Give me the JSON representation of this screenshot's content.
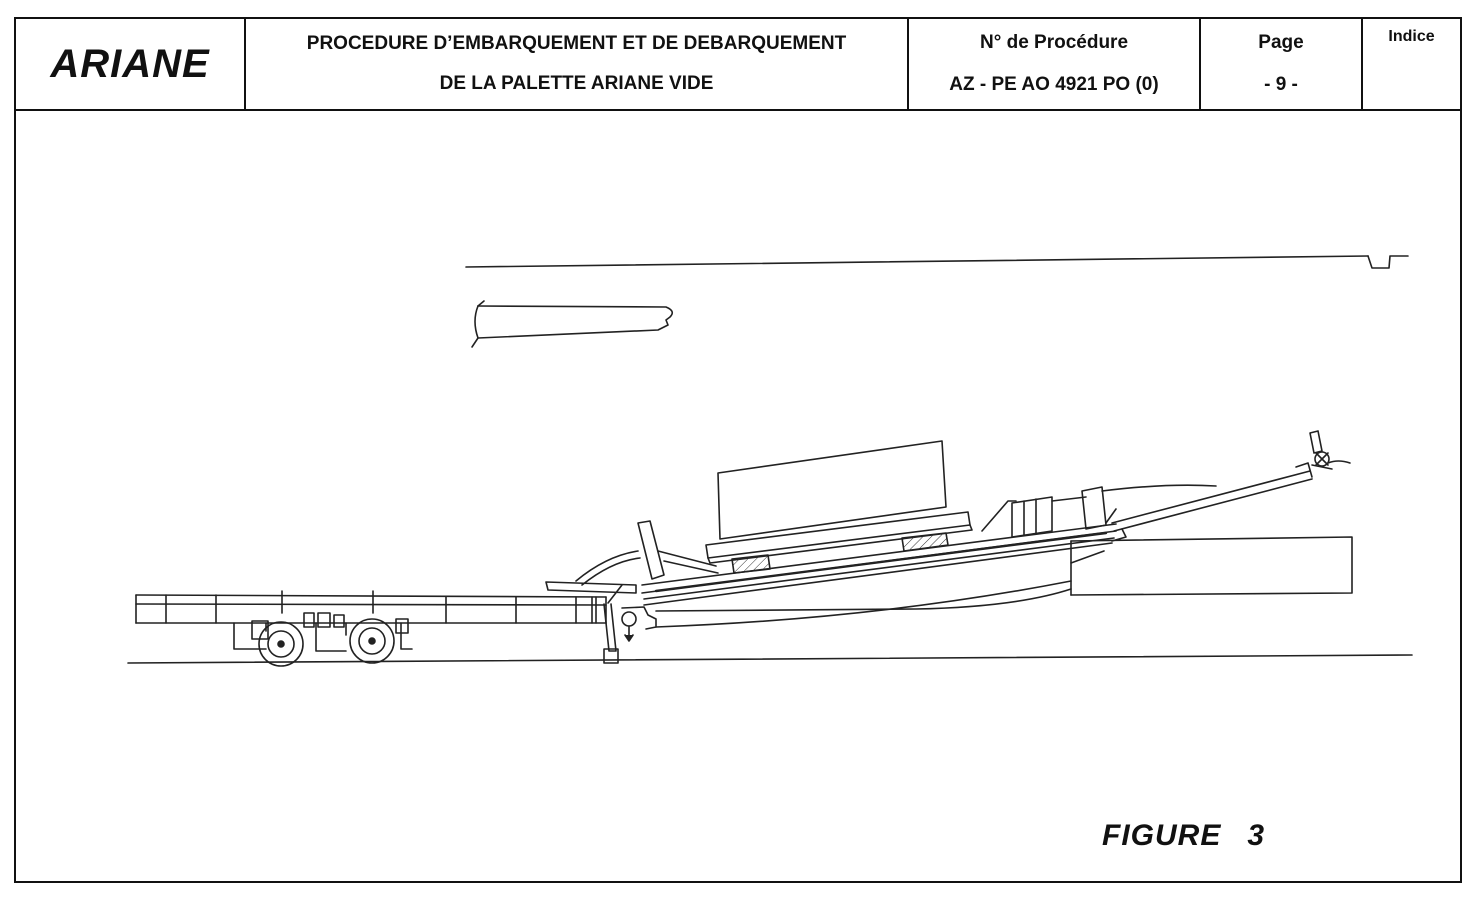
{
  "header": {
    "brand": "ARIANE",
    "title_line_1": "PROCEDURE D’EMBARQUEMENT ET DE DEBARQUEMENT",
    "title_line_2": "DE LA PALETTE ARIANE VIDE",
    "procedure_label": "N° de Procédure",
    "procedure_number": "AZ - PE AO 4921 PO (0)",
    "page_label": "Page",
    "page_number": "- 9 -",
    "indice_label": "Indice"
  },
  "figure": {
    "caption_word": "FIGURE",
    "caption_number": "3"
  }
}
